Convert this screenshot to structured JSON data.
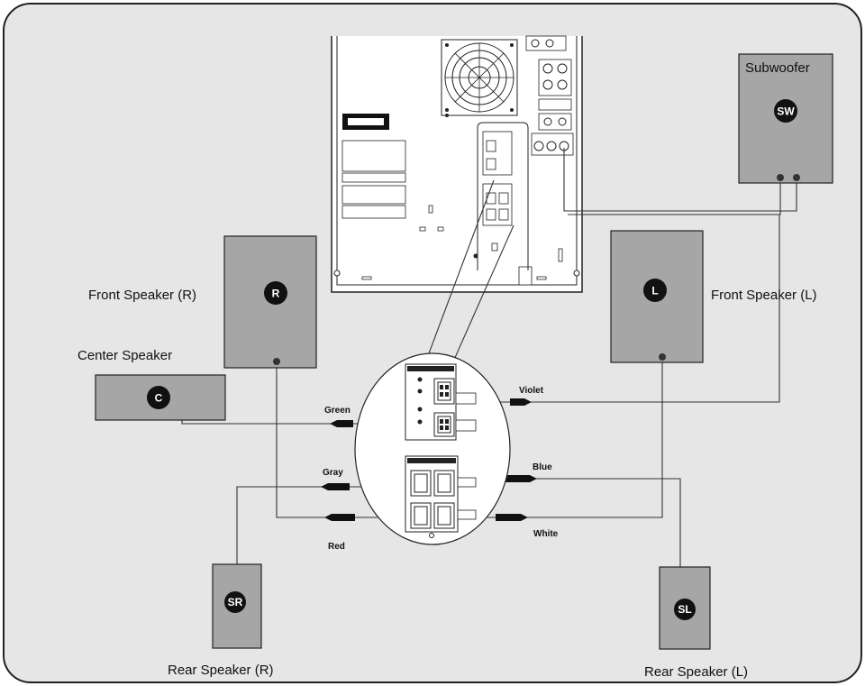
{
  "speakers": {
    "front_r": {
      "label": "Front Speaker (R)",
      "badge": "R"
    },
    "front_l": {
      "label": "Front Speaker (L)",
      "badge": "L"
    },
    "center": {
      "label": "Center Speaker",
      "badge": "C"
    },
    "subwoofer": {
      "label": "Subwoofer",
      "badge": "SW"
    },
    "rear_r": {
      "label": "Rear Speaker (R)",
      "badge": "SR"
    },
    "rear_l": {
      "label": "Rear Speaker (L)",
      "badge": "SL"
    }
  },
  "wires": {
    "green": "Green",
    "violet": "Violet",
    "gray": "Gray",
    "red": "Red",
    "blue": "Blue",
    "white": "White"
  },
  "colors": {
    "panel_bg": "#e6e6e6",
    "speaker_fill": "#a6a6a6",
    "badge_fill": "#111111"
  }
}
